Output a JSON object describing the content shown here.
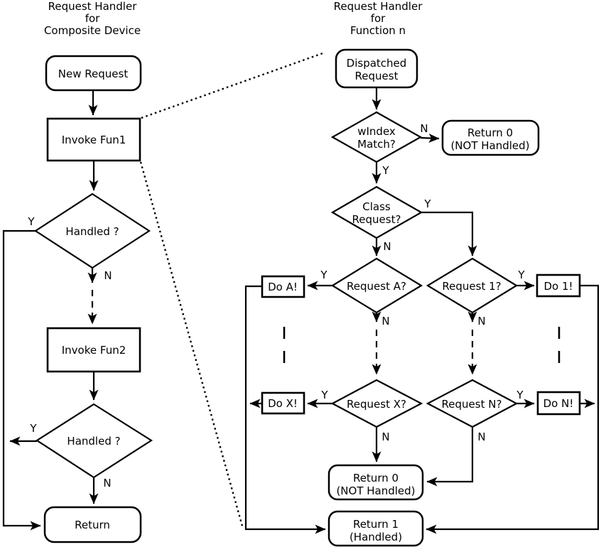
{
  "colors": {
    "ink": "#000000",
    "background": "#ffffff"
  },
  "labels": {
    "yes": "Y",
    "no": "N"
  },
  "left_chart": {
    "title": [
      "Request Handler",
      "for",
      "Composite Device"
    ],
    "new_request": "New Request",
    "invoke_fun1": "Invoke Fun1",
    "handled1": "Handled ?",
    "invoke_fun2": "Invoke Fun2",
    "handled2": "Handled ?",
    "return": "Return"
  },
  "right_chart": {
    "title": [
      "Request Handler",
      "for",
      "Function n"
    ],
    "dispatched_request": [
      "Dispatched",
      "Request"
    ],
    "windex_match": [
      "wIndex",
      "Match?"
    ],
    "return0_top": [
      "Return 0",
      "(NOT Handled)"
    ],
    "class_request": [
      "Class",
      "Request?"
    ],
    "request_a": "Request A?",
    "do_a": "Do A!",
    "request_1": "Request 1?",
    "do_1": "Do 1!",
    "request_x": "Request X?",
    "do_x": "Do X!",
    "request_n": "Request N?",
    "do_n": "Do N!",
    "return0_bottom": [
      "Return 0",
      "(NOT Handled)"
    ],
    "return1": [
      "Return 1",
      "(Handled)"
    ]
  }
}
